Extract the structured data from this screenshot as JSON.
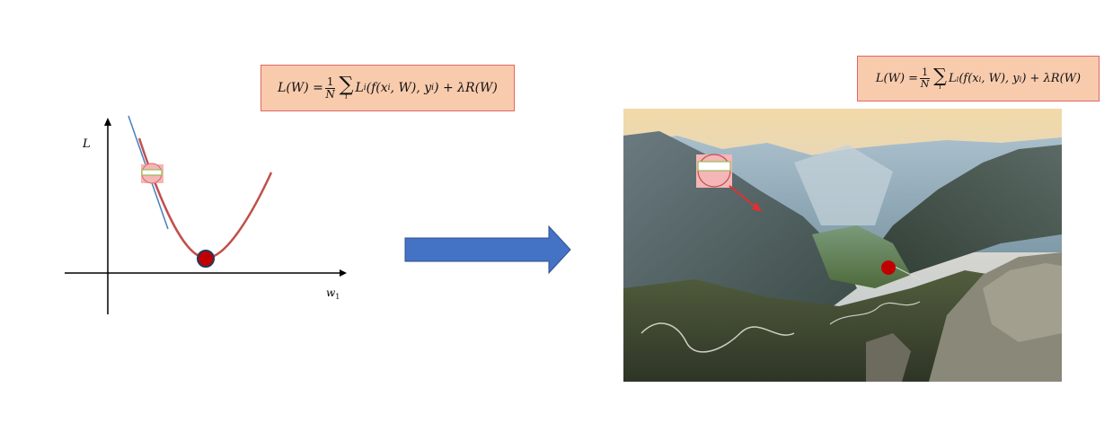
{
  "formula": {
    "lhs": "L(W) =",
    "frac_num": "1",
    "frac_den": "N",
    "sum_index": "i",
    "term_L": "L",
    "term_i": "i",
    "term_args": " (f(x",
    "term_xi": "i",
    "term_w": ", W), y",
    "term_yi": "i",
    "term_end": ") + λR(W)"
  },
  "plot": {
    "y_axis_label": "L",
    "x_axis_label": "w",
    "x_axis_sub": "1"
  },
  "colors": {
    "formula_fill": "#f8cbad",
    "formula_border": "#e06666",
    "curve": "#c0504d",
    "tangent": "#4a7ebb",
    "minimum": "#c00000",
    "arrow": "#4472c4"
  },
  "icons": {
    "ball": "ball-icon",
    "minimum": "minimum-point-icon",
    "arrow": "right-arrow-icon"
  }
}
